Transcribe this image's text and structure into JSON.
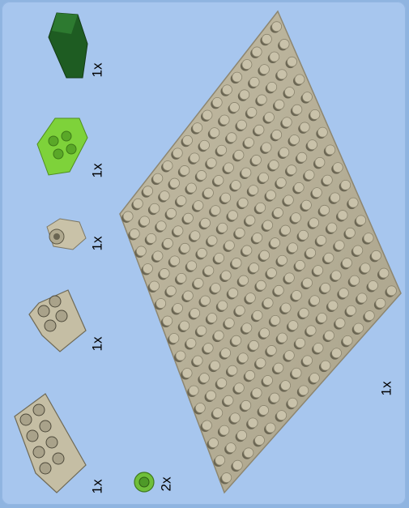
{
  "parts_list": [
    {
      "id": "green-wedge-dark",
      "qty": "1x",
      "color": "#1e5c22"
    },
    {
      "id": "green-wedge-lime",
      "qty": "1x",
      "color": "#7ed23a"
    },
    {
      "id": "tan-round-brick",
      "qty": "1x",
      "color": "#c9c2a8"
    },
    {
      "id": "tan-brick-2x2",
      "qty": "1x",
      "color": "#c5beA4"
    },
    {
      "id": "tan-brick-2x4",
      "qty": "1x",
      "color": "#c5bea4"
    },
    {
      "id": "green-round-plate",
      "qty": "2x",
      "color": "#6fbf3a"
    }
  ],
  "baseplate": {
    "qty": "1x",
    "color": "#b6ae96"
  },
  "colors": {
    "background": "#a7c6ee",
    "stud_shadow": "#6a6552"
  }
}
